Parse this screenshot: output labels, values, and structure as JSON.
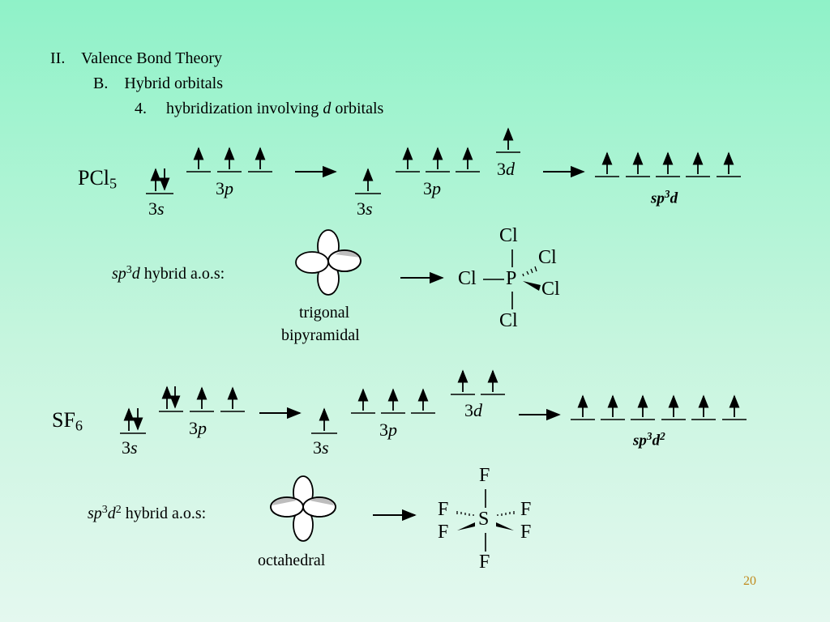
{
  "outline": {
    "l1_num": "II.",
    "l1_text": "Valence Bond Theory",
    "l2_num": "B.",
    "l2_text": "Hybrid orbitals",
    "l3_num": "4.",
    "l3_text_pre": "hybridization involving",
    "l3_text_var": "d",
    "l3_text_post": "orbitals"
  },
  "pcl5": {
    "formula_main": "PCl",
    "formula_sub": "5",
    "orb_3s_num": "3",
    "orb_3s_letter": "s",
    "orb_3p_num": "3",
    "orb_3p_letter": "p",
    "orb_3d_num": "3",
    "orb_3d_letter": "d",
    "hybrid_a": "sp",
    "hybrid_sup": "3",
    "hybrid_b": "d",
    "ao_a": "sp",
    "ao_sup": "3",
    "ao_b": "d",
    "ao_rest": " hybrid a.o.s:",
    "geometry_1": "trigonal",
    "geometry_2": "bipyramidal",
    "central_atom": "P",
    "ligand": "Cl"
  },
  "sf6": {
    "formula_main": "SF",
    "formula_sub": "6",
    "orb_3s_num": "3",
    "orb_3s_letter": "s",
    "orb_3p_num": "3",
    "orb_3p_letter": "p",
    "orb_3d_num": "3",
    "orb_3d_letter": "d",
    "hybrid_a": "sp",
    "hybrid_sup": "3",
    "hybrid_b": "d",
    "hybrid_sup2": "2",
    "ao_a": "sp",
    "ao_sup": "3",
    "ao_b": "d",
    "ao_sup2": "2",
    "ao_rest": " hybrid a.o.s:",
    "geometry": "octahedral",
    "central_atom": "S",
    "ligand": "F"
  },
  "page_number": "20",
  "colors": {
    "bg_top": "#8ff2c8",
    "bg_bottom": "#e4f8ef",
    "lobe_shade": "#bdbdbd",
    "page_number": "#c08a1c"
  }
}
